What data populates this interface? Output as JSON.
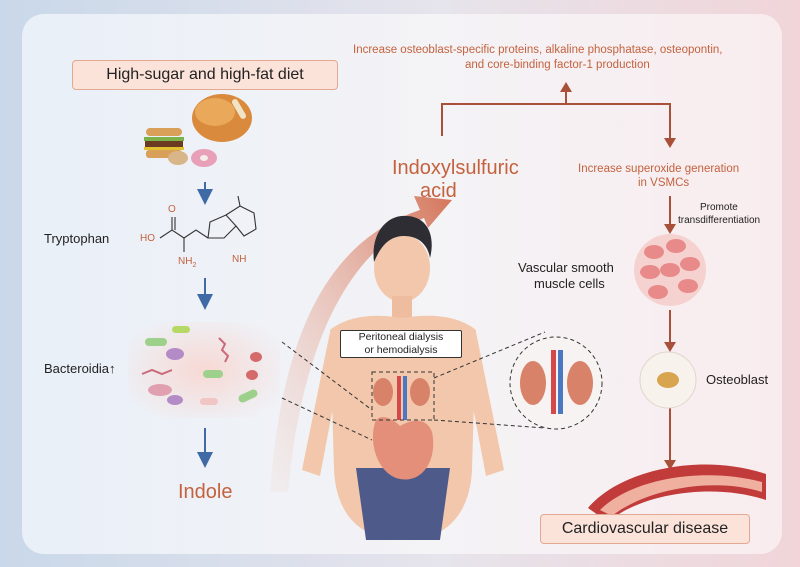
{
  "diet_label": "High-sugar and high-fat diet",
  "tryptophan_label": "Tryptophan",
  "molecule": {
    "ho": "HO",
    "o": "O",
    "nh2": "NH",
    "nh2_sub": "2",
    "nh": "NH"
  },
  "bacteroidia_label": "Bacteroidia↑",
  "indole_label": "Indole",
  "dialysis_label": {
    "line1": "Peritoneal dialysis",
    "line2": "or hemodialysis"
  },
  "indoxyl_label": {
    "line1": "Indoxylsulfuric",
    "line2": "acid"
  },
  "osteoblast_proteins": {
    "line1": "Increase osteoblast-specific proteins, alkaline phosphatase, osteopontin,",
    "line2": "and core-binding factor-1 production"
  },
  "superoxide": {
    "line1": "Increase superoxide generation",
    "line2": "in VSMCs"
  },
  "promote": {
    "line1": "Promote",
    "line2": "transdifferentiation"
  },
  "vsmc_label": {
    "line1": "Vascular smooth",
    "line2": "muscle cells"
  },
  "osteoblast_label": "Osteoblast",
  "cvd_label": "Cardiovascular disease",
  "colors": {
    "accent_orange": "#c4623e",
    "arrow_blue": "#3f6aa6",
    "arrow_brown": "#a8503a",
    "box_fill": "#fbe3da"
  }
}
